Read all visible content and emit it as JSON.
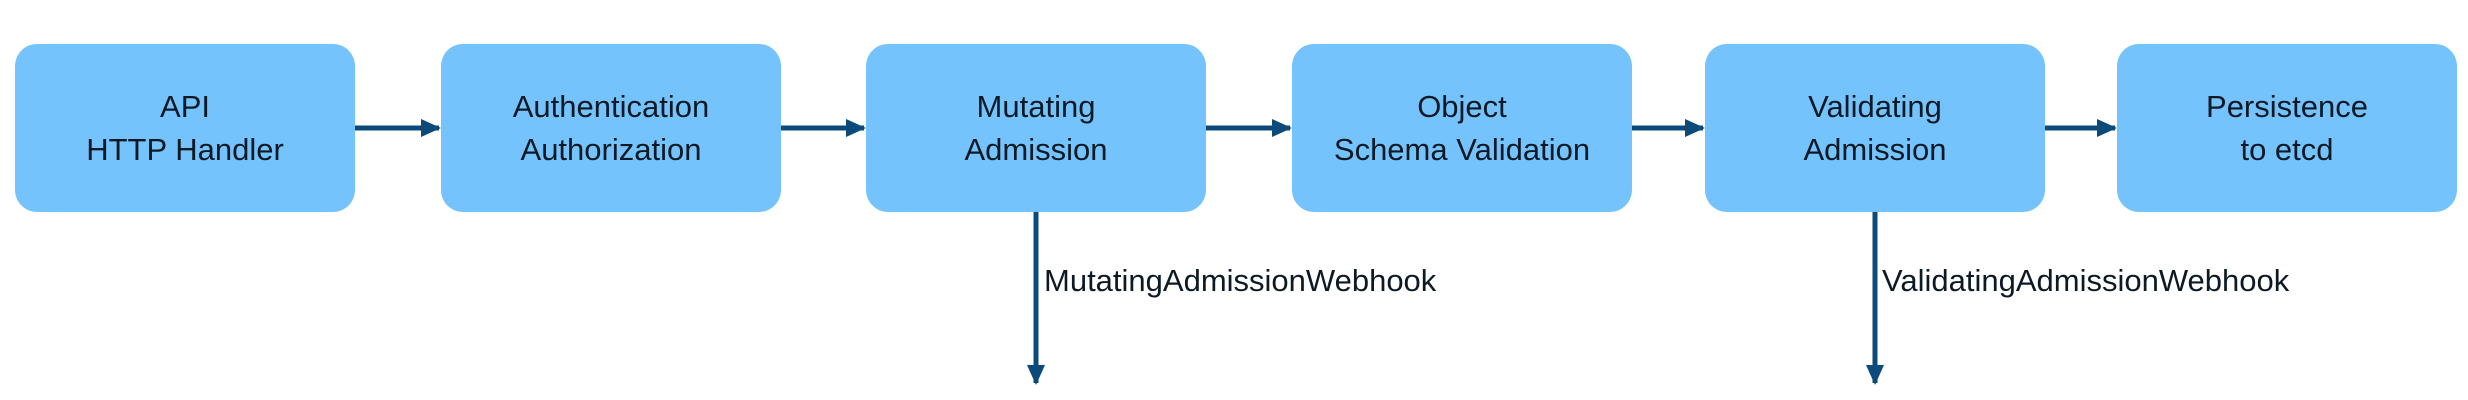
{
  "stages": [
    {
      "line1": "API",
      "line2": "HTTP Handler"
    },
    {
      "line1": "Authentication",
      "line2": "Authorization"
    },
    {
      "line1": "Mutating",
      "line2": "Admission"
    },
    {
      "line1": "Object",
      "line2": "Schema Validation"
    },
    {
      "line1": "Validating",
      "line2": "Admission"
    },
    {
      "line1": "Persistence",
      "line2": "to etcd"
    }
  ],
  "webhooks": {
    "mutating": "MutatingAdmissionWebhook",
    "validating": "ValidatingAdmissionWebhook"
  },
  "colors": {
    "box_fill": "#74c3fc",
    "arrow": "#0b4a7a",
    "text": "#0d1a26"
  }
}
